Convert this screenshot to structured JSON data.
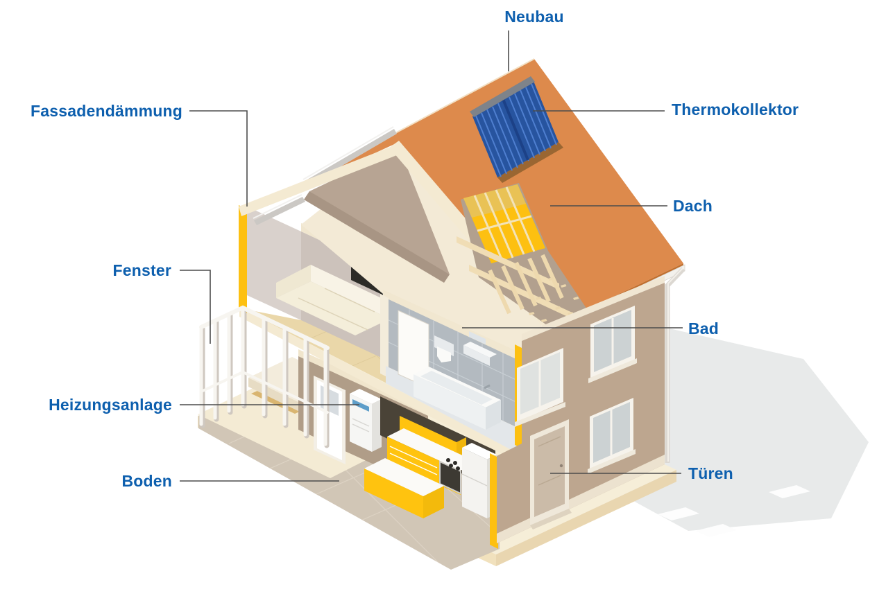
{
  "figure": {
    "kind": "isometric house renovation cutaway diagram",
    "language": "de",
    "background": "#ffffff"
  },
  "colors": {
    "c-label": "#0d5fae",
    "c-leader": "#4c4c4c",
    "c-roof": "#dd8a4c",
    "c-roof-edge": "#c06f2e",
    "c-insulation": "#fdc011",
    "c-collector": "#27549f",
    "c-facade": "#bda68f",
    "c-shadow": "#e8eaea",
    "c-cream": "#f4ead2"
  },
  "callouts": {
    "neubau": "Neubau",
    "fassadendaemmung": "Fassadendämmung",
    "thermokollektor": "Thermokollektor",
    "dach": "Dach",
    "fenster": "Fenster",
    "bad": "Bad",
    "heizungsanlage": "Heizungsanlage",
    "boden": "Boden",
    "tueren": "Türen"
  },
  "callout_targets": {
    "neubau": "roof ridge of the new building",
    "fassadendaemmung": "yellow facade insulation layer at the cut wall",
    "thermokollektor": "blue solar thermal collector on the roof",
    "dach": "orange tiled roof surface",
    "fenster": "white window frames of the porch",
    "bad": "tiled bathroom on the upper floor",
    "heizungsanlage": "white heating unit on the ground floor",
    "boden": "ground floor slab",
    "tueren": "front entrance door"
  }
}
